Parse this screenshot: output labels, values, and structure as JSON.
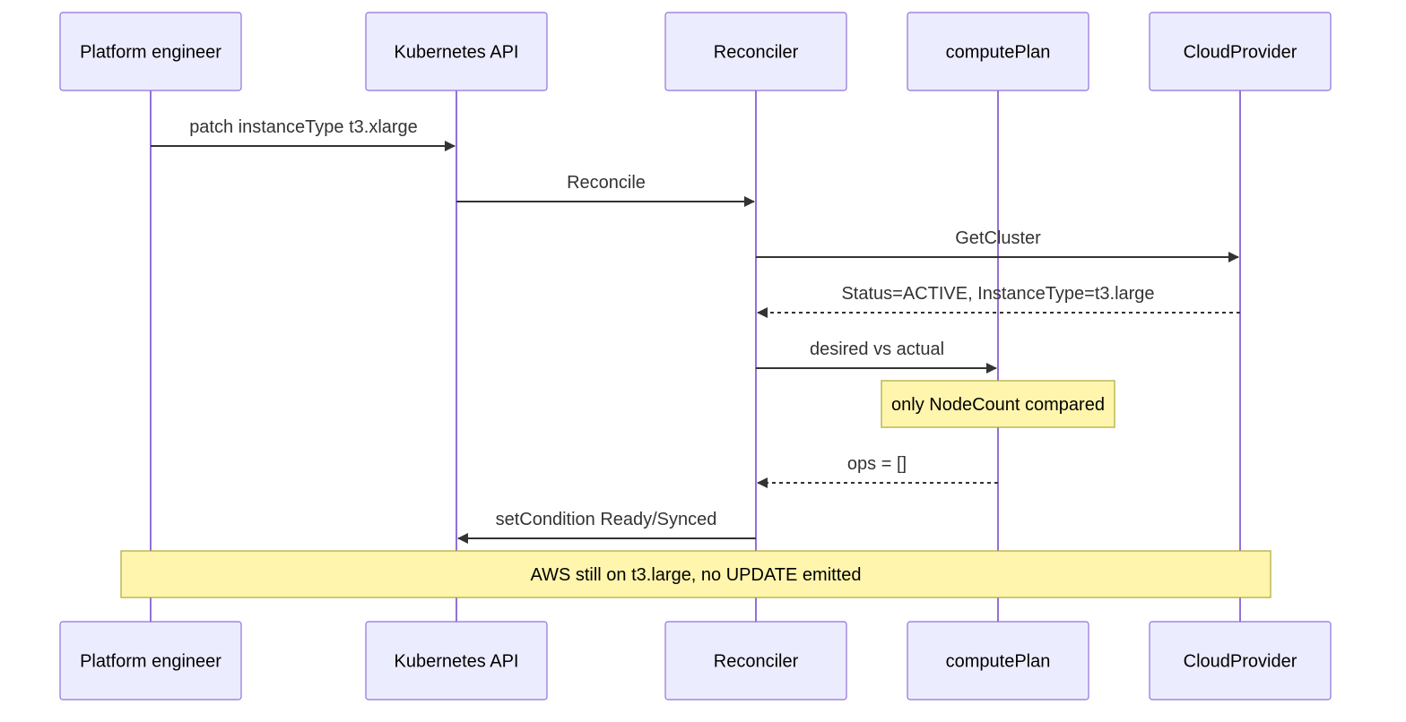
{
  "participants": [
    {
      "id": "engineer",
      "label": "Platform engineer"
    },
    {
      "id": "k8s",
      "label": "Kubernetes API"
    },
    {
      "id": "reconciler",
      "label": "Reconciler"
    },
    {
      "id": "computeplan",
      "label": "computePlan"
    },
    {
      "id": "cloud",
      "label": "CloudProvider"
    }
  ],
  "messages": [
    {
      "from": "engineer",
      "to": "k8s",
      "label": "patch instanceType t3.xlarge",
      "style": "solid"
    },
    {
      "from": "k8s",
      "to": "reconciler",
      "label": "Reconcile",
      "style": "solid"
    },
    {
      "from": "reconciler",
      "to": "cloud",
      "label": "GetCluster",
      "style": "solid"
    },
    {
      "from": "cloud",
      "to": "reconciler",
      "label": "Status=ACTIVE, InstanceType=t3.large",
      "style": "dashed"
    },
    {
      "from": "reconciler",
      "to": "computeplan",
      "label": "desired vs actual",
      "style": "solid"
    },
    {
      "from": "computeplan",
      "to": "reconciler",
      "label": "ops = []",
      "style": "dashed"
    },
    {
      "from": "reconciler",
      "to": "k8s",
      "label": "setCondition Ready/Synced",
      "style": "solid"
    }
  ],
  "notes": [
    {
      "over": [
        "computeplan"
      ],
      "label": "only NodeCount compared"
    },
    {
      "over": [
        "engineer",
        "cloud"
      ],
      "label": "AWS still on t3.large, no UPDATE emitted"
    }
  ],
  "colors": {
    "actor_fill": "#ECECFF",
    "actor_stroke": "#9370DB",
    "note_fill": "#FFF5AD",
    "note_stroke": "#AAAA33",
    "line": "#333333"
  }
}
